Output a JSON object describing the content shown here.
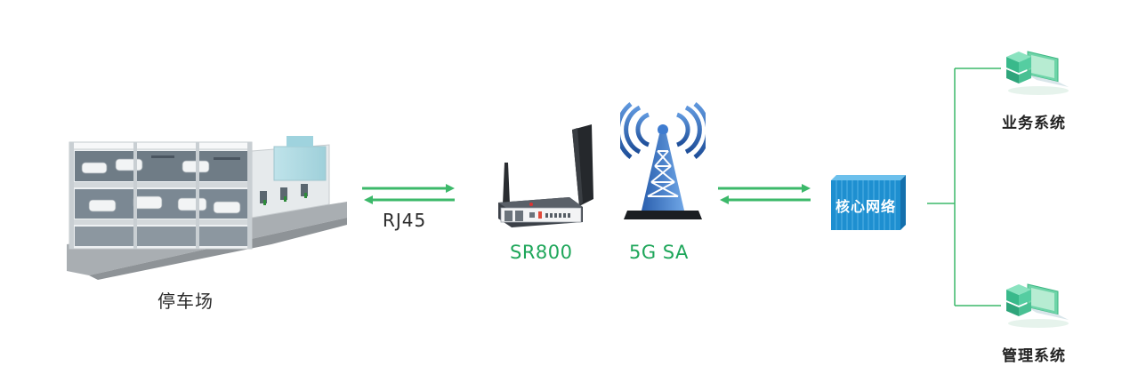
{
  "parking": {
    "label": "停车场"
  },
  "link": {
    "label": "RJ45"
  },
  "router": {
    "label": "SR800"
  },
  "tower": {
    "label": "5G SA"
  },
  "core": {
    "label": "核心网络"
  },
  "systems": [
    {
      "label": "业务系统"
    },
    {
      "label": "管理系统"
    }
  ],
  "colors": {
    "accent_green": "#1ea65a",
    "core_blue": "#1e8fd0",
    "tower_blue": "#2f6fc2",
    "line_green": "#3cb96a"
  }
}
